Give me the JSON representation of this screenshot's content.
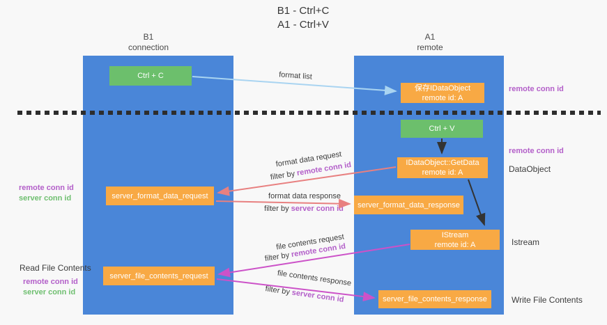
{
  "title": {
    "line1": "B1 - Ctrl+C",
    "line2": "A1 - Ctrl+V"
  },
  "lanes": {
    "left": {
      "title": "B1",
      "subtitle": "connection"
    },
    "right": {
      "title": "A1",
      "subtitle": "remote"
    }
  },
  "boxes": {
    "ctrl_c": {
      "label": "Ctrl + C"
    },
    "ctrl_v": {
      "label": "Ctrl + V"
    },
    "save_dataobject": {
      "line1": "保存IDataObject",
      "line2": "remote id: A"
    },
    "getdata": {
      "line1": "IDataObject::GetData",
      "line2": "remote id: A"
    },
    "istream": {
      "line1": "IStream",
      "line2": "remote id: A"
    },
    "format_request": {
      "label": "server_format_data_request"
    },
    "format_response": {
      "label": "server_format_data_response"
    },
    "file_request": {
      "label": "server_file_contents_request"
    },
    "file_response": {
      "label": "server_file_contents_response"
    }
  },
  "annotations": {
    "right_top_conn": "remote conn id",
    "right_mid_conn": "remote conn id",
    "dataobject": "DataObject",
    "istream": "Istream",
    "write_file": "Write File Contents",
    "left_mid_remote": "remote conn id",
    "left_mid_server": "server conn id",
    "read_file": "Read File Contents",
    "left_bottom_remote": "remote conn id",
    "left_bottom_server": "server conn id"
  },
  "arrows": {
    "format_list": {
      "label": "format list"
    },
    "format_request": {
      "label": "format data request",
      "filter_prefix": "filter by ",
      "filter_key": "remote conn id"
    },
    "format_response": {
      "label": "format data response",
      "filter_prefix": "filter by ",
      "filter_key": "server conn id"
    },
    "file_request": {
      "label": "file contents request",
      "filter_prefix": "filter by ",
      "filter_key": "remote conn id"
    },
    "file_response": {
      "label": "file contents response",
      "filter_prefix": "filter by ",
      "filter_key": "server conn id"
    }
  },
  "colors": {
    "lane_blue": "#4a86d8",
    "box_green": "#6cbf6c",
    "box_orange": "#f8a944",
    "remote_purple": "#b35fc9",
    "server_green": "#6fbf70",
    "arrow_red": "#e88080",
    "arrow_magenta": "#cc52c8",
    "arrow_lightblue": "#a9d4f1",
    "arrow_black": "#333333",
    "separator_black": "#2d2d2d"
  }
}
